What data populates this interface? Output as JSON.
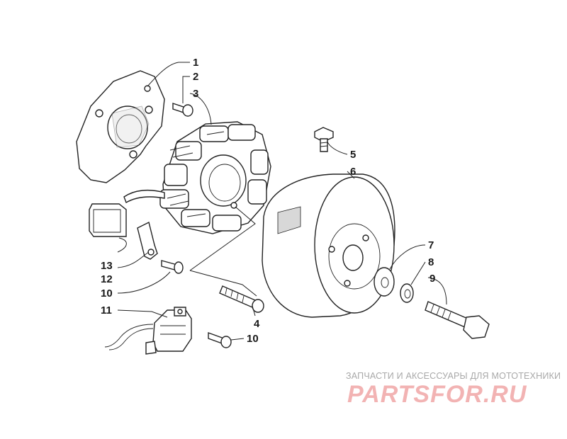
{
  "callouts": {
    "c1": "1",
    "c2": "2",
    "c3": "3",
    "c4": "4",
    "c5": "5",
    "c6": "6",
    "c7": "7",
    "c8": "8",
    "c9": "9",
    "c10a": "10",
    "c10b": "10",
    "c11": "11",
    "c12": "12",
    "c13": "13"
  },
  "watermark": {
    "caption": "ЗАПЧАСТИ И АКСЕССУАРЫ ДЛЯ МОТОТЕХНИКИ",
    "logo": "PARTSFOR.RU"
  },
  "colors": {
    "line": "#222222",
    "watermark_caption": "#a8a8a8",
    "watermark_logo": "#f2b3b3"
  }
}
